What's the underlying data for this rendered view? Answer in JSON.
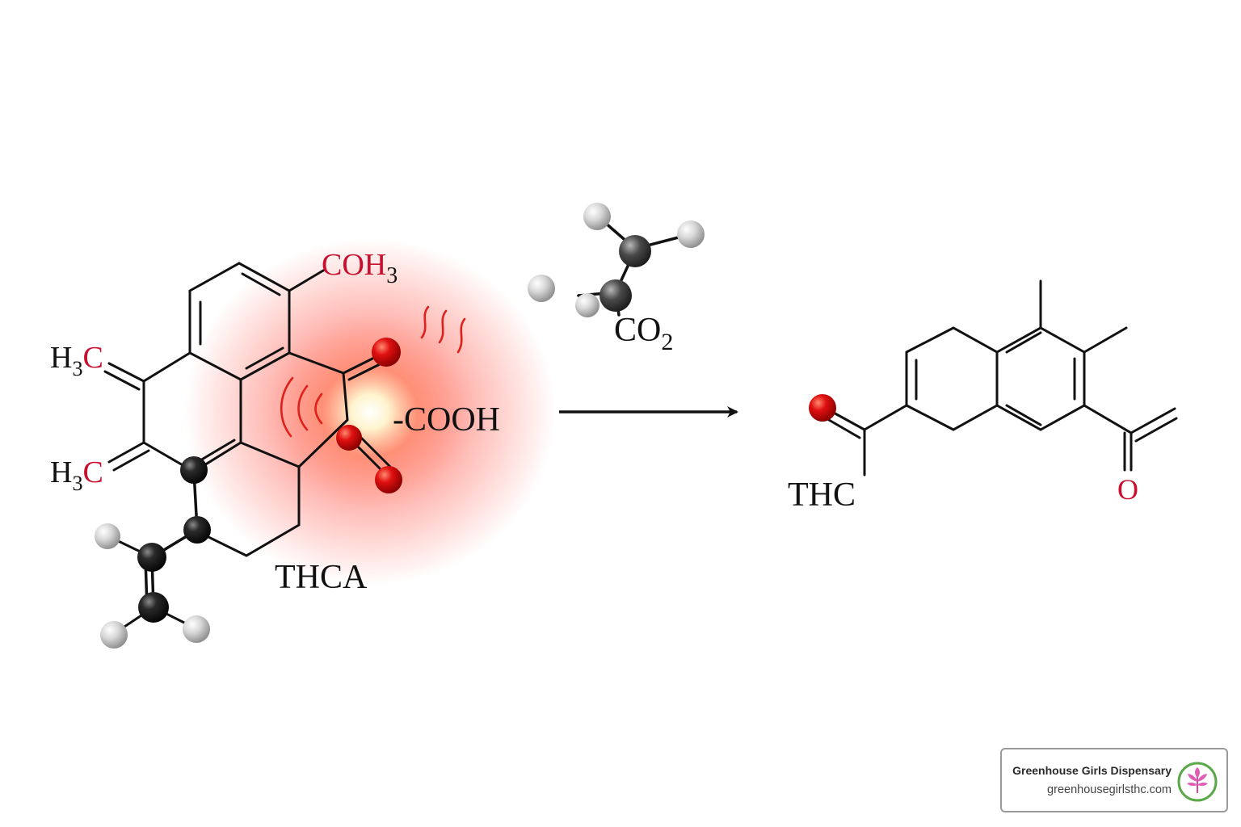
{
  "reactant": {
    "label": "THCA",
    "substituent_top_main": "COH",
    "substituent_top_sub": "3",
    "methyl_upper_h": "H",
    "methyl_upper_sub": "3",
    "methyl_upper_c": "C",
    "methyl_lower_h": "H",
    "methyl_lower_sub": "3",
    "methyl_lower_c": "C",
    "carboxyl_label": "-COOH"
  },
  "byproduct": {
    "label_main": "CO",
    "label_sub": "2"
  },
  "product": {
    "label": "THC",
    "oxygen_label": "O"
  },
  "colors": {
    "heteroatom_red": "#c8102e",
    "heat_glow": "#ff2a1a",
    "carbon_atom": "#1a1a1a",
    "hydrogen_atom": "#d9d9d9",
    "oxygen_atom": "#e01010"
  },
  "watermark": {
    "name": "Greenhouse Girls Dispensary",
    "url": "greenhousegirlsthc.com"
  }
}
